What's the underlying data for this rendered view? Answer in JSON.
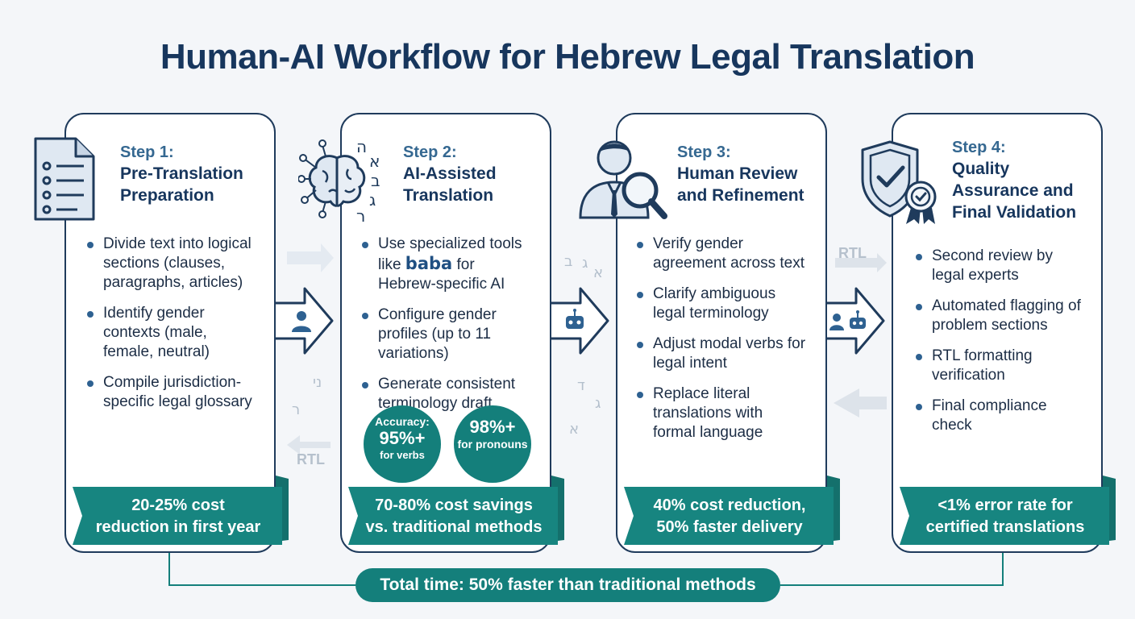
{
  "title": "Human-AI Workflow for Hebrew Legal Translation",
  "steps": [
    {
      "step_label": "Step 1:",
      "title_lines": [
        "Pre-Translation",
        "Preparation"
      ],
      "icon": "document-checklist-icon",
      "bullets": [
        "Divide text into logical sections (clauses, paragraphs, articles)",
        "Identify gender contexts (male, female, neutral)",
        "Compile jurisdiction-specific legal glossary"
      ],
      "ribbon_lines": [
        "20-25% cost",
        "reduction in first year"
      ]
    },
    {
      "step_label": "Step 2:",
      "title_lines": [
        "AI-Assisted",
        "Translation"
      ],
      "icon": "ai-brain-icon",
      "bullets": [
        "Use specialized tools",
        "Configure gender profiles (up to 11 variations)",
        "Generate consistent terminology draft"
      ],
      "bullet1_parts": {
        "pre": "like ",
        "brand": "baba",
        "post": " for",
        "line3": "Hebrew-specific AI"
      },
      "stats": [
        {
          "label": "Accuracy:",
          "value": "95%+",
          "sub": "for verbs"
        },
        {
          "label": "",
          "value": "98%+",
          "sub": "for pronouns"
        }
      ],
      "ribbon_lines": [
        "70-80% cost savings",
        "vs. traditional methods"
      ]
    },
    {
      "step_label": "Step 3:",
      "title_lines": [
        "Human Review",
        "and Refinement"
      ],
      "icon": "reviewer-magnifier-icon",
      "bullets": [
        "Verify gender agreement across text",
        "Clarify ambiguous legal terminology",
        "Adjust modal verbs for legal intent",
        "Replace literal translations with formal language"
      ],
      "ribbon_lines": [
        "40% cost reduction,",
        "50% faster delivery"
      ]
    },
    {
      "step_label": "Step 4:",
      "title_lines": [
        "Quality",
        "Assurance and",
        "Final Validation"
      ],
      "icon": "shield-badge-icon",
      "bullets": [
        "Second review by legal experts",
        "Automated flagging of problem sections",
        "RTL formatting verification",
        "Final compliance check"
      ],
      "ribbon_lines": [
        "<1% error rate for",
        "certified translations"
      ]
    }
  ],
  "total_time": "Total time: 50% faster than traditional methods",
  "rtl_label": "RTL",
  "hebrew_letters": [
    "ה",
    "א",
    "ב",
    "ג",
    "ר",
    "ג",
    "ב",
    "א",
    "ד",
    "ג",
    "א",
    "ני",
    "ר"
  ],
  "colors": {
    "navy": "#17365d",
    "teal": "#147f7b",
    "accent": "#2e6191"
  }
}
